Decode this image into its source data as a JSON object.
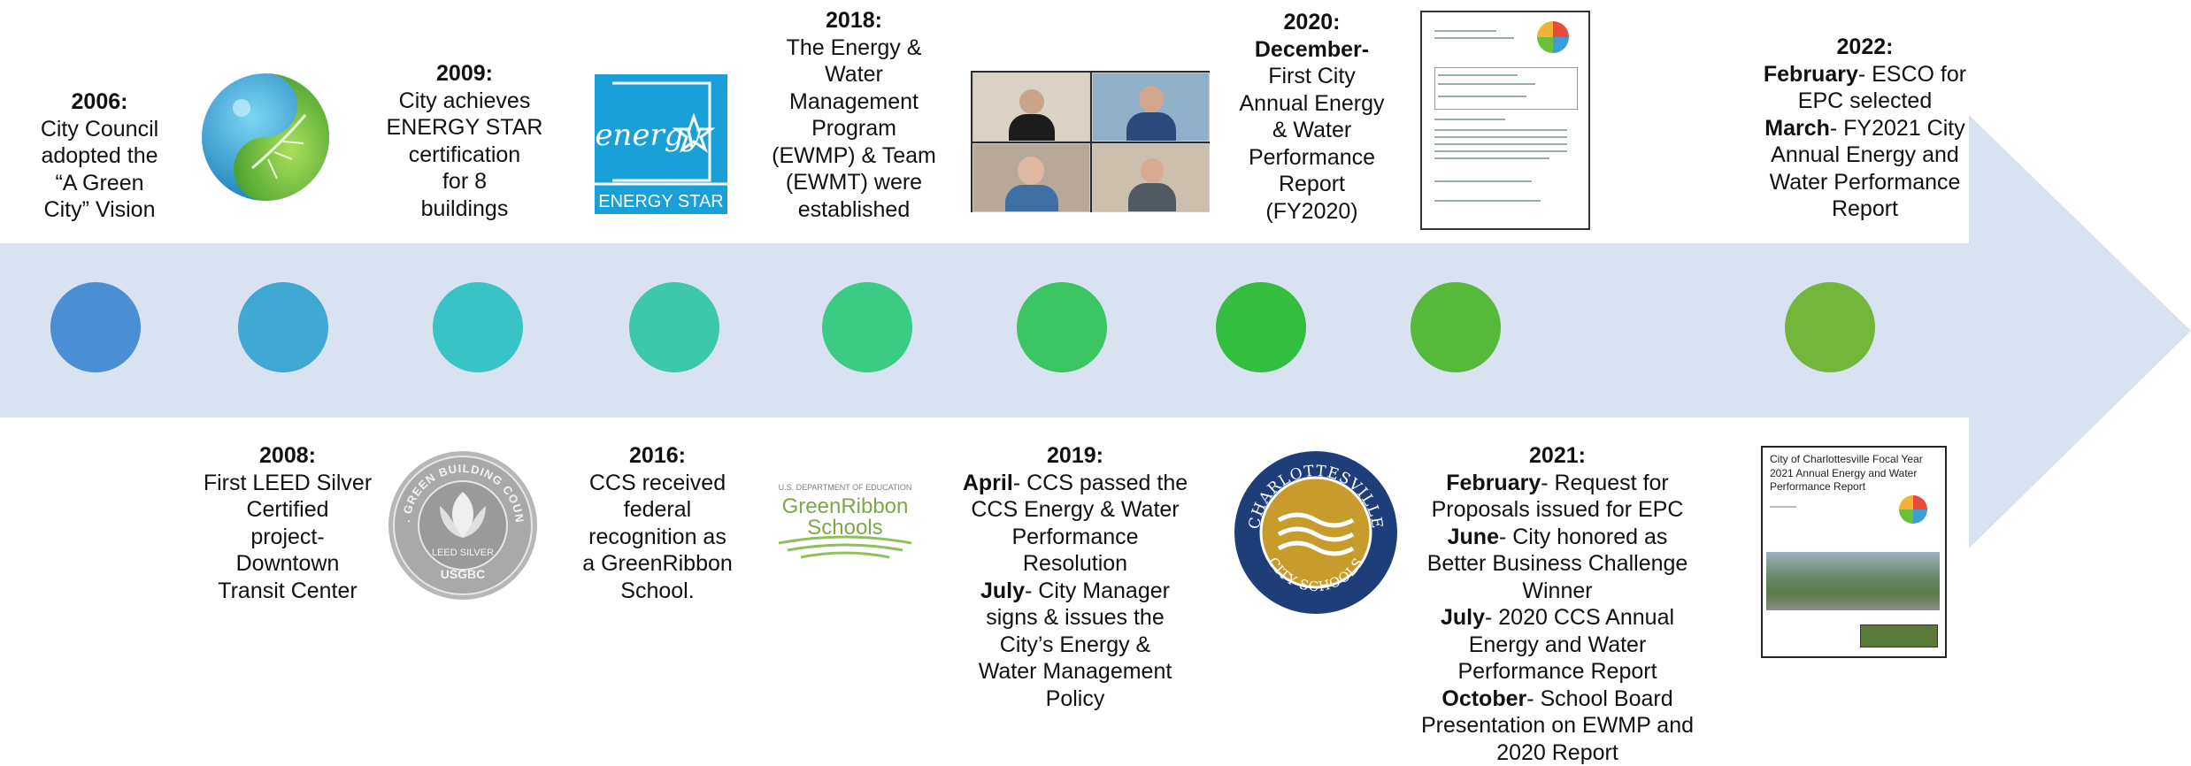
{
  "dot_colors": [
    "#4a8fd3",
    "#3fa8d3",
    "#38c3c6",
    "#3dc9a8",
    "#3ccb85",
    "#3cc563",
    "#33be40",
    "#57b93c",
    "#72b63c"
  ],
  "events_top": [
    {
      "year": "2006:",
      "lines": [
        "City Council",
        "adopted the",
        "“A Green",
        "City” Vision"
      ]
    },
    {
      "year": "2009:",
      "lines": [
        "City achieves",
        "ENERGY STAR",
        "certification",
        "for 8",
        "buildings"
      ]
    },
    {
      "year": "2018:",
      "lines": [
        "The Energy &",
        "Water",
        "Management",
        "Program",
        "(EWMP) & Team",
        "(EWMT) were",
        "established"
      ]
    },
    {
      "year": "2020:",
      "head": "December-",
      "lines": [
        "First City",
        "Annual Energy",
        "& Water",
        "Performance",
        "Report",
        "(FY2020)"
      ]
    },
    {
      "year": "2022:",
      "items": [
        {
          "bold": "February",
          "rest": "- ESCO for",
          "more": [
            "EPC selected"
          ]
        },
        {
          "bold": "March",
          "rest": "- FY2021 City",
          "more": [
            "Annual Energy and",
            "Water Performance",
            "Report"
          ]
        }
      ]
    }
  ],
  "events_bottom": [
    {
      "year": "2008:",
      "lines": [
        "First LEED Silver",
        "Certified",
        "project-",
        "Downtown",
        "Transit Center"
      ]
    },
    {
      "year": "2016:",
      "lines": [
        "CCS received",
        "federal",
        "recognition as",
        "a GreenRibbon",
        "School."
      ]
    },
    {
      "year": "2019:",
      "items": [
        {
          "bold": "April",
          "rest": "- CCS passed the",
          "more": [
            "CCS Energy & Water",
            "Performance",
            "Resolution"
          ]
        },
        {
          "bold": "July",
          "rest": "- City Manager",
          "more": [
            "signs & issues the",
            "City’s Energy &",
            "Water Management",
            "Policy"
          ]
        }
      ]
    },
    {
      "year": "2021:",
      "items": [
        {
          "bold": "February",
          "rest": "- Request for",
          "more": [
            "Proposals issued for EPC"
          ]
        },
        {
          "bold": "June",
          "rest": "- City honored as",
          "more": [
            "Better Business Challenge",
            "Winner"
          ]
        },
        {
          "bold": "July",
          "rest": "- 2020 CCS Annual",
          "more": [
            "Energy and Water",
            "Performance Report"
          ]
        },
        {
          "bold": "October",
          "rest": "- School Board",
          "more": [
            "Presentation on EWMP and",
            "2020 Report"
          ]
        }
      ]
    }
  ],
  "logos": {
    "energy_star_script": "energy",
    "energy_star_label": "ENERGY STAR",
    "leed_ring_text": "U.S. GREEN BUILDING COUNCIL",
    "leed_level": "LEED SILVER",
    "leed_org": "USGBC",
    "greenribbon_dept": "U.S. DEPARTMENT OF EDUCATION",
    "greenribbon_name": "GreenRibbon",
    "greenribbon_sub": "Schools",
    "ccs_top": "CHARLOTTESVILLE",
    "ccs_bottom": "CITY SCHOOLS",
    "report_cover_title": "City of Charlottesville Focal Year 2021 Annual Energy and Water Performance Report"
  }
}
